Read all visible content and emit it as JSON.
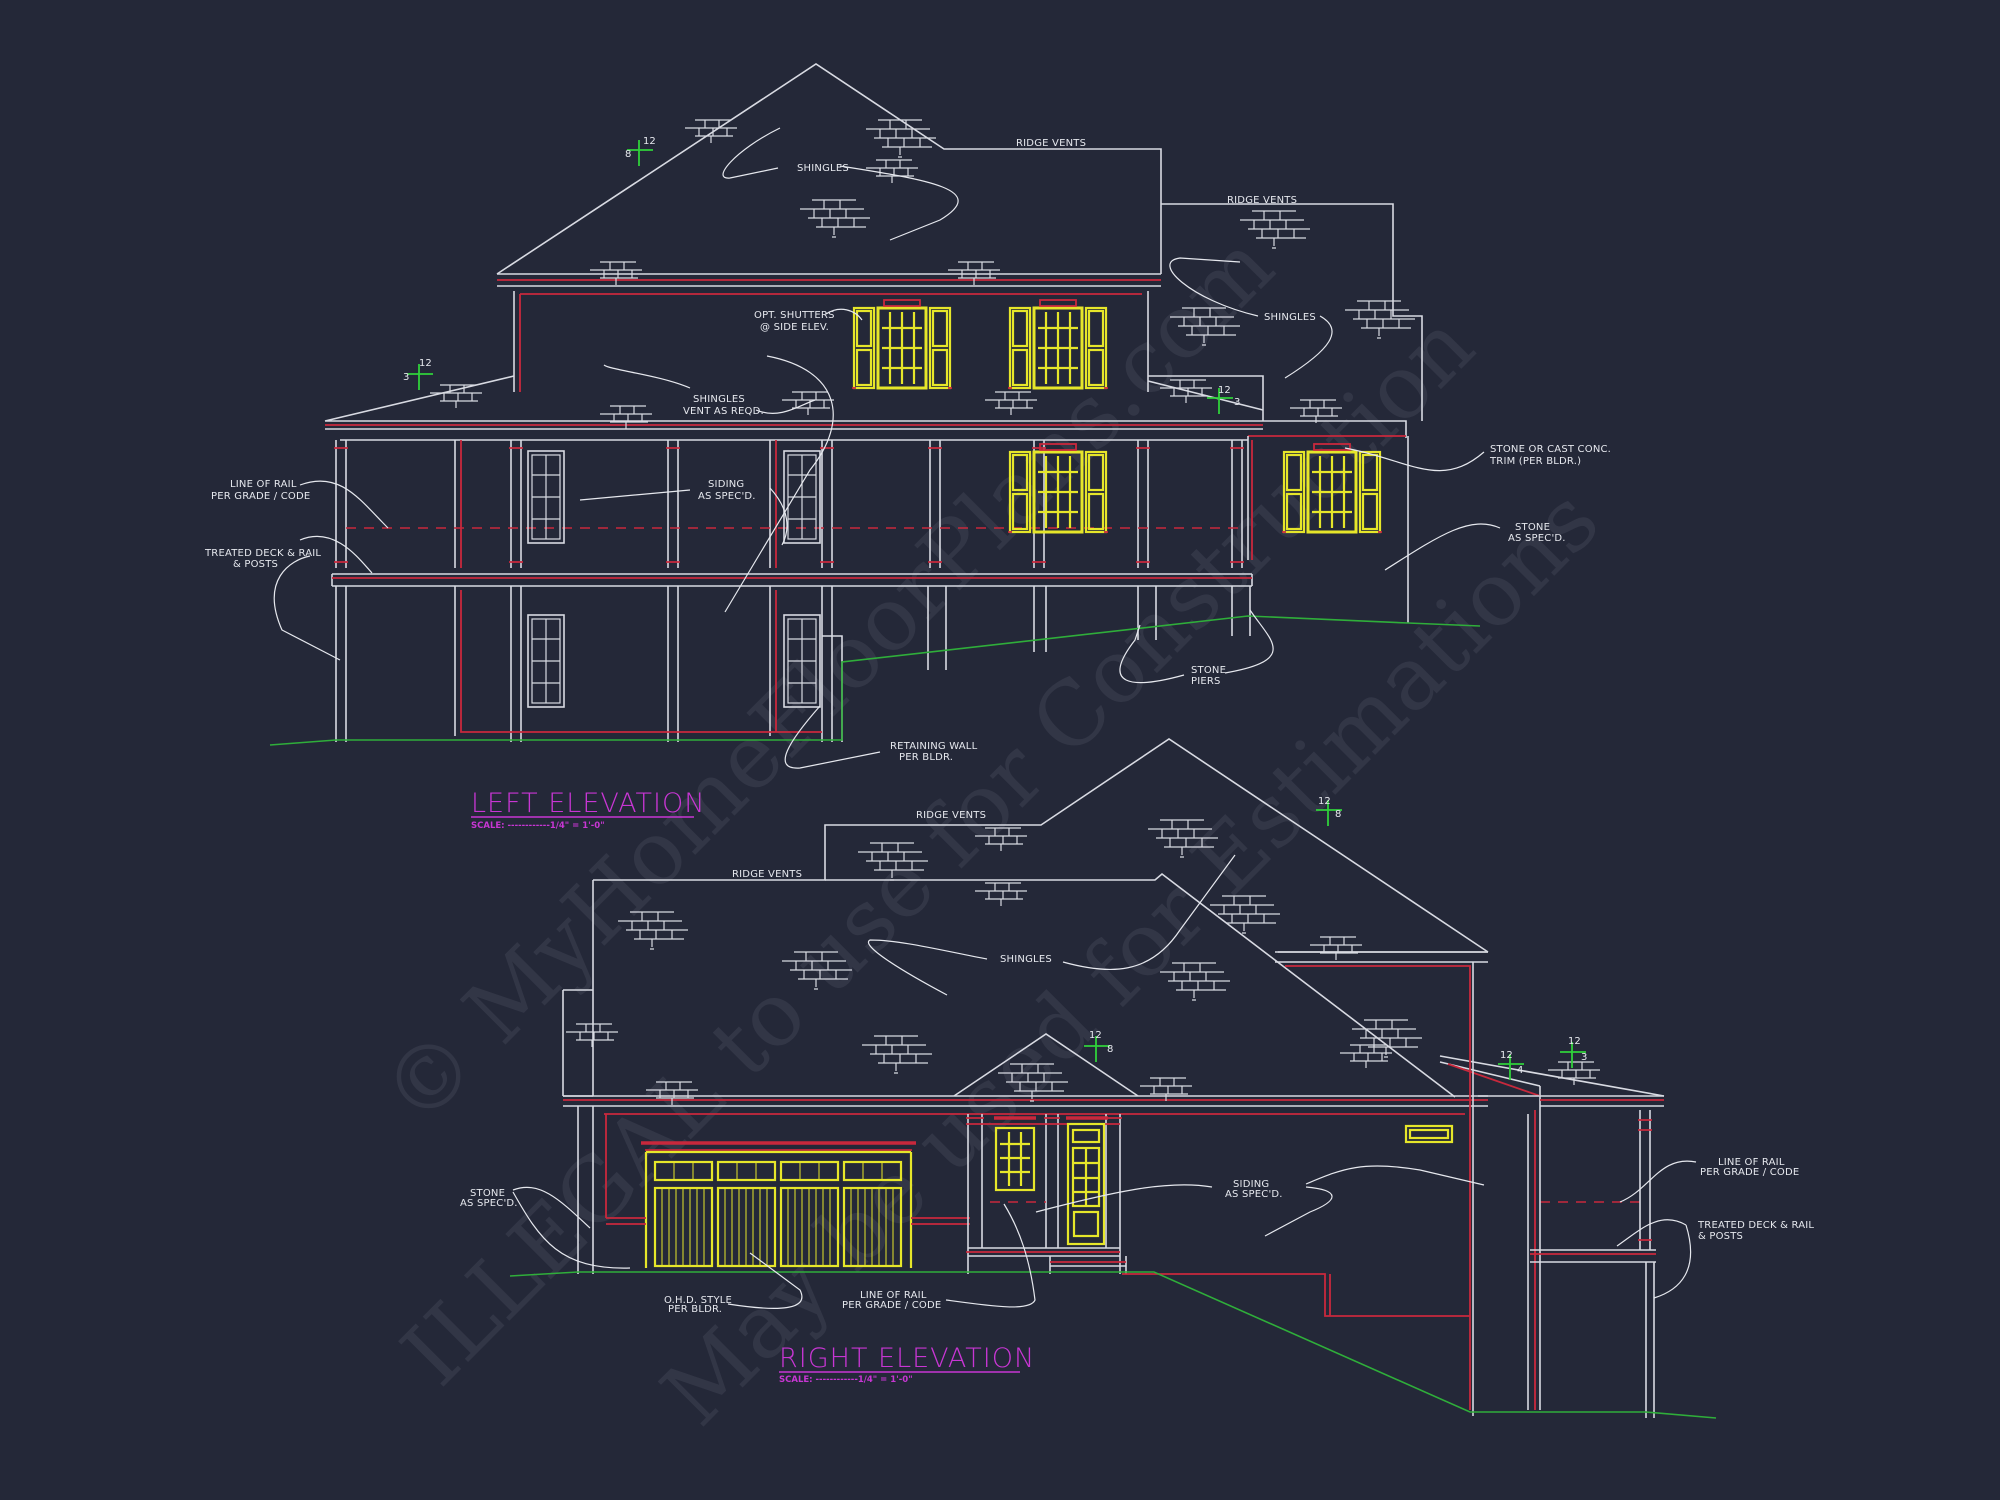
{
  "colors": {
    "background": "#242838",
    "linework": "#d8dae2",
    "trim_red": "#c8283c",
    "window_yellow": "#e6e62a",
    "grade_green": "#2fae3a",
    "title_magenta": "#c836d4"
  },
  "watermark": {
    "line1": "© MyHomeFloorPlans.com",
    "line2": "ILLEGAL to use for Construction",
    "line3": "May be used for Estimations"
  },
  "left_elevation": {
    "title": "LEFT ELEVATION",
    "scale": "SCALE: ------------1/4\" = 1'-0\"",
    "pitch_marks": [
      {
        "rise": "8",
        "run": "12"
      },
      {
        "rise": "3",
        "run": "12"
      },
      {
        "rise": "3",
        "run": "12"
      }
    ],
    "notes": {
      "ridge_vents_1": "RIDGE VENTS",
      "ridge_vents_2": "RIDGE VENTS",
      "shingles_main": "SHINGLES",
      "shingles_right": "SHINGLES",
      "shingles_vent_1": "SHINGLES",
      "shingles_vent_2": "VENT AS REQD.",
      "shutters_1": "OPT. SHUTTERS",
      "shutters_2": "@ SIDE ELEV.",
      "line_of_rail_1": "LINE OF RAIL",
      "line_of_rail_2": "PER GRADE / CODE",
      "treated_deck_1": "TREATED DECK & RAIL",
      "treated_deck_2": "& POSTS",
      "siding_1": "SIDING",
      "siding_2": "AS SPEC'D.",
      "stone_trim_1": "STONE OR CAST CONC.",
      "stone_trim_2": "TRIM (PER BLDR.)",
      "stone_1": "STONE",
      "stone_2": "AS SPEC'D.",
      "stone_piers_1": "STONE",
      "stone_piers_2": "PIERS",
      "retaining_1": "RETAINING WALL",
      "retaining_2": "PER BLDR."
    }
  },
  "right_elevation": {
    "title": "RIGHT ELEVATION",
    "scale": "SCALE: ------------1/4\" = 1'-0\"",
    "pitch_marks": [
      {
        "rise": "8",
        "run": "12"
      },
      {
        "rise": "8",
        "run": "12"
      },
      {
        "rise": "4",
        "run": "12"
      },
      {
        "rise": "3",
        "run": "12"
      }
    ],
    "notes": {
      "ridge_vents_1": "RIDGE VENTS",
      "ridge_vents_2": "RIDGE VENTS",
      "shingles": "SHINGLES",
      "stone_1": "STONE",
      "stone_2": "AS SPEC'D.",
      "ohd_1": "O.H.D. STYLE",
      "ohd_2": "PER BLDR.",
      "line_of_rail_a1": "LINE OF RAIL",
      "line_of_rail_a2": "PER GRADE / CODE",
      "siding_1": "SIDING",
      "siding_2": "AS SPEC'D.",
      "line_of_rail_b1": "LINE OF RAIL",
      "line_of_rail_b2": "PER GRADE / CODE",
      "treated_deck_1": "TREATED DECK & RAIL",
      "treated_deck_2": "& POSTS"
    }
  }
}
